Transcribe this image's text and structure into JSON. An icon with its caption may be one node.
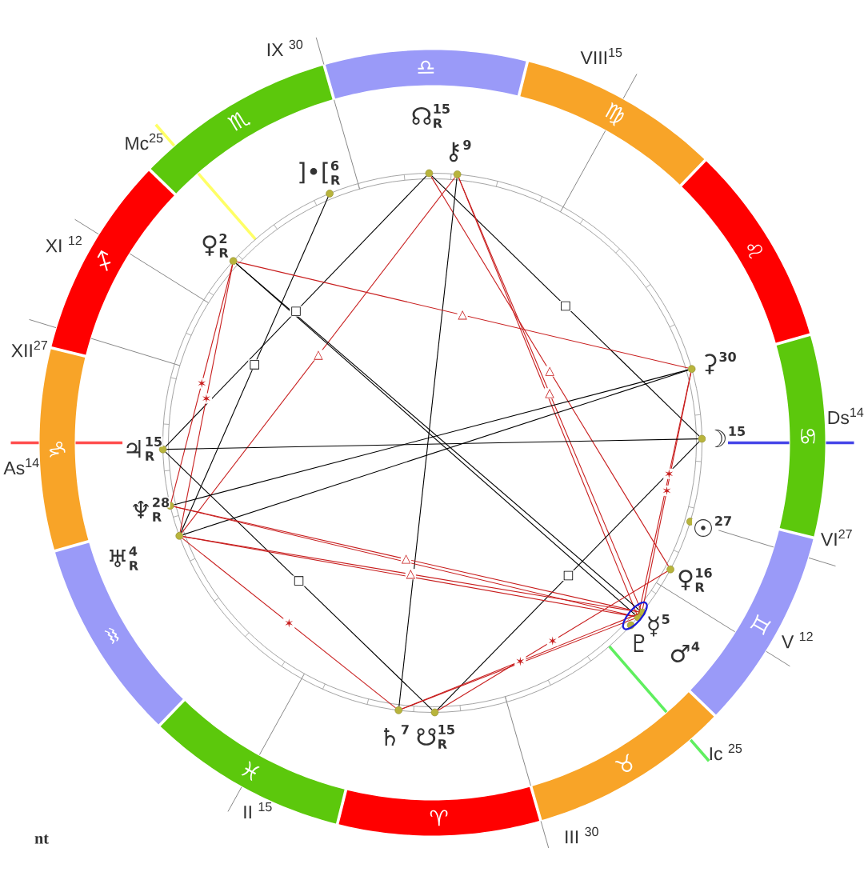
{
  "diagram": {
    "nodes": [
      {
        "text": [
          "♈"
        ]
      },
      {
        "text": [
          "♉"
        ]
      },
      {
        "text": [
          "♊"
        ]
      },
      {
        "text": [
          "♋"
        ]
      },
      {
        "text": [
          "♌"
        ]
      },
      {
        "text": [
          "♍"
        ]
      },
      {
        "text": [
          "♎"
        ]
      },
      {
        "text": [
          "♏"
        ]
      },
      {
        "text": [
          "♐"
        ]
      },
      {
        "text": [
          "♑"
        ]
      },
      {
        "text": [
          "♒"
        ]
      },
      {
        "text": [
          "♓"
        ]
      },
      {
        "text": [],
        "shape": "circle",
        "beside": [
          "☊",
          "15",
          "R"
        ]
      },
      {
        "text": [],
        "shape": "circle",
        "beside": [
          "⚷",
          "9"
        ]
      },
      {
        "text": [],
        "shape": "circle",
        "beside": [
          "]•[",
          "6",
          "R"
        ]
      },
      {
        "text": [],
        "shape": "circle",
        "beside": [
          "♀",
          "2",
          "R"
        ]
      },
      {
        "text": [],
        "shape": "circle",
        "beside": [
          "⚳",
          "30"
        ]
      },
      {
        "text": [],
        "shape": "circle",
        "beside": [
          "☽",
          "15"
        ]
      },
      {
        "text": [],
        "shape": "circle",
        "beside": [
          "♃",
          "15",
          "R"
        ]
      },
      {
        "text": [],
        "shape": "circle",
        "beside": [
          "♆",
          "28",
          "R"
        ]
      },
      {
        "text": [],
        "shape": "circle",
        "beside": [
          "☉",
          "27"
        ]
      },
      {
        "text": [],
        "shape": "circle",
        "beside": [
          "♅",
          "4",
          "R"
        ]
      },
      {
        "text": [],
        "shape": "circle",
        "beside": [
          "♀",
          "16",
          "R"
        ]
      },
      {
        "text": [],
        "shape": "circle",
        "beside": [
          "☿",
          "5"
        ]
      },
      {
        "text": [],
        "shape": "circle",
        "beside": [
          "♇"
        ]
      },
      {
        "text": [],
        "shape": "circle",
        "beside": [
          "♂",
          "4"
        ]
      },
      {
        "text": [],
        "shape": "circle",
        "beside": [
          "♄",
          "7"
        ]
      },
      {
        "text": [],
        "shape": "circle",
        "beside": [
          "☋",
          "15",
          "R"
        ]
      }
    ],
    "edges": [
      {
        "from": 12,
        "to": 18,
        "arrow": "none",
        "label": "□",
        "color": "#000000"
      },
      {
        "from": 12,
        "to": 17,
        "arrow": "none",
        "label": "□",
        "color": "#000000"
      },
      {
        "from": 12,
        "to": 22,
        "arrow": "none",
        "label": "△"
      },
      {
        "from": 13,
        "to": 26,
        "arrow": "none",
        "color": "#000000"
      },
      {
        "from": 13,
        "to": 21,
        "arrow": "none",
        "label": "△"
      },
      {
        "from": 13,
        "to": 23,
        "arrow": "none",
        "label": "△"
      },
      {
        "from": 13,
        "to": 25,
        "arrow": "none"
      },
      {
        "from": 14,
        "to": 21,
        "arrow": "none",
        "label": "□",
        "color": "#000000"
      },
      {
        "from": 15,
        "to": 16,
        "arrow": "none",
        "label": "△"
      },
      {
        "from": 15,
        "to": 19,
        "arrow": "none",
        "label": "✶"
      },
      {
        "from": 15,
        "to": 21,
        "arrow": "none",
        "label": "✶"
      },
      {
        "from": 15,
        "to": 23,
        "arrow": "none",
        "color": "#000000"
      },
      {
        "from": 15,
        "to": 25,
        "arrow": "none",
        "color": "#000000"
      },
      {
        "from": 16,
        "to": 19,
        "arrow": "none",
        "color": "#000000"
      },
      {
        "from": 16,
        "to": 21,
        "arrow": "none",
        "color": "#000000"
      },
      {
        "from": 16,
        "to": 23,
        "arrow": "none",
        "label": "✶"
      },
      {
        "from": 16,
        "to": 25,
        "arrow": "none",
        "label": "✶"
      },
      {
        "from": 18,
        "to": 17,
        "arrow": "none",
        "color": "#000000"
      },
      {
        "from": 18,
        "to": 27,
        "arrow": "none",
        "label": "□",
        "color": "#000000"
      },
      {
        "from": 17,
        "to": 27,
        "arrow": "none",
        "label": "□",
        "color": "#000000"
      },
      {
        "from": 19,
        "to": 23,
        "arrow": "none",
        "label": "△"
      },
      {
        "from": 19,
        "to": 25,
        "arrow": "none"
      },
      {
        "from": 21,
        "to": 23,
        "arrow": "none",
        "label": "△"
      },
      {
        "from": 21,
        "to": 25,
        "arrow": "none"
      },
      {
        "from": 21,
        "to": 26,
        "arrow": "none",
        "label": "✶"
      },
      {
        "from": 22,
        "to": 27,
        "arrow": "none",
        "label": "✶"
      },
      {
        "from": 26,
        "to": 23,
        "arrow": "none",
        "label": "✶"
      },
      {
        "from": 26,
        "to": 25,
        "arrow": "none"
      }
    ],
    "labels": [
      "IX $^{30}$",
      "VIII$^{15}$",
      "Mc$^{25}$",
      "XI $^{12}$",
      "XII$^{27}$",
      "Ds$^{14}$",
      "As$^{14}$",
      "VI$^{27}$",
      "V $^{12}$",
      "Ic $^{25}$",
      "II $^{15}$",
      "III $^{30}$",
      "nt"
    ]
  }
}
